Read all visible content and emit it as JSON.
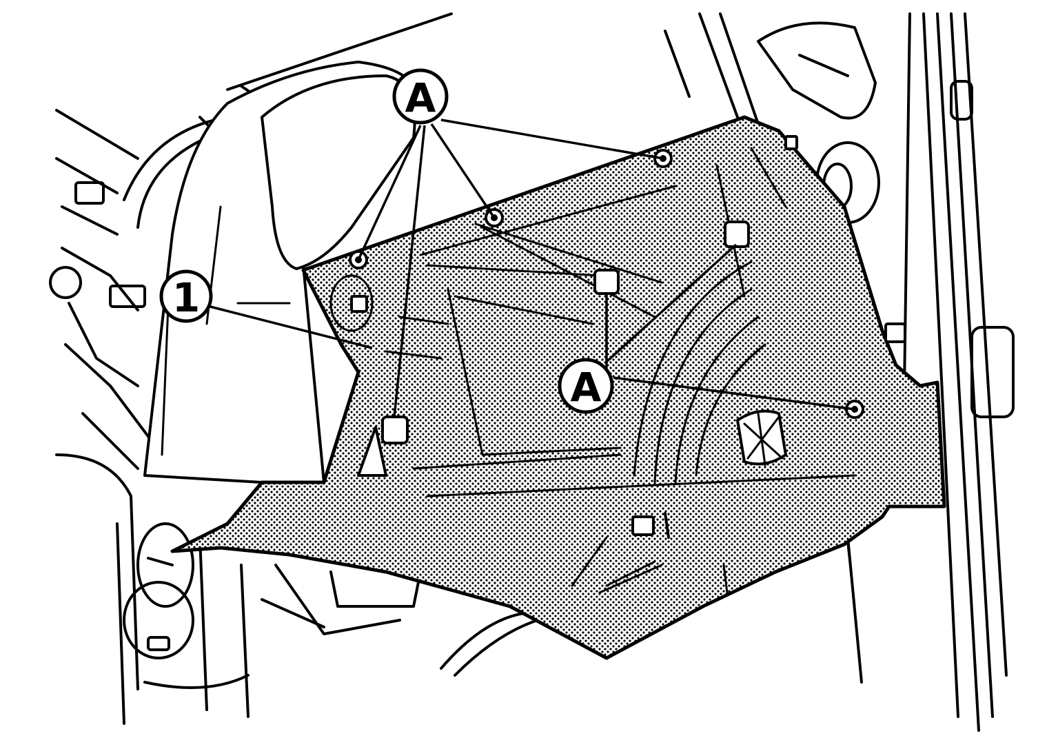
{
  "callouts": {
    "part_number": "1",
    "fastener_upper": "A",
    "fastener_lower": "A"
  },
  "colors": {
    "line": "#000000",
    "background": "#ffffff",
    "highlight_pattern": "stipple"
  }
}
